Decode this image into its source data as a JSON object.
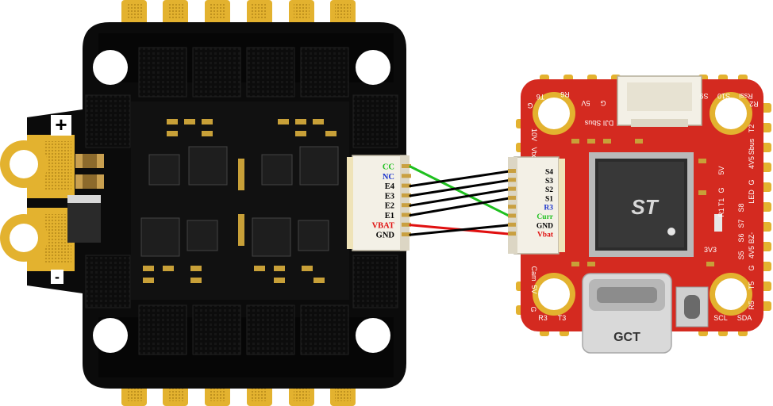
{
  "esc": {
    "polarity_plus": "+",
    "polarity_minus": "-",
    "connector_pins": [
      {
        "label": "CC",
        "color": "#1fc01f"
      },
      {
        "label": "NC",
        "color": "#1a33cc"
      },
      {
        "label": "E4",
        "color": "#000000"
      },
      {
        "label": "E3",
        "color": "#000000"
      },
      {
        "label": "E2",
        "color": "#000000"
      },
      {
        "label": "E1",
        "color": "#000000"
      },
      {
        "label": "VBAT",
        "color": "#e01010"
      },
      {
        "label": "GND",
        "color": "#000000"
      }
    ]
  },
  "fc": {
    "connector_pins": [
      {
        "label": "S4",
        "color": "#000000"
      },
      {
        "label": "S3",
        "color": "#000000"
      },
      {
        "label": "S2",
        "color": "#000000"
      },
      {
        "label": "S1",
        "color": "#000000"
      },
      {
        "label": "R3",
        "color": "#1a33cc"
      },
      {
        "label": "Curr",
        "color": "#1fc01f"
      },
      {
        "label": "GND",
        "color": "#000000"
      },
      {
        "label": "Vbat",
        "color": "#e01010"
      }
    ],
    "usb_label": "GCT",
    "silk": {
      "top": [
        "G",
        "R6",
        "T6",
        "5V",
        "G",
        "S10",
        "S9",
        "Rssi",
        "R2"
      ],
      "dji": "DJI Sbus",
      "left": [
        "10V",
        "Vtx"
      ],
      "left_bottom": [
        "Cam",
        "5V",
        "G"
      ],
      "right": [
        "T2",
        "Sbus",
        "4V5",
        "G",
        "LED",
        "5V",
        "G",
        "T1",
        "R1",
        "S8",
        "S7",
        "S6",
        "S5",
        "BZ-",
        "4V5",
        "G",
        "T5",
        "R5"
      ],
      "bottom": [
        "R3",
        "T3",
        "SCL",
        "SDA"
      ],
      "v33": "3V3"
    }
  },
  "wires": [
    {
      "name": "wire-cc-curr",
      "color": "#1fc01f"
    },
    {
      "name": "wire-e4-s4",
      "color": "#000000"
    },
    {
      "name": "wire-e3-s3",
      "color": "#000000"
    },
    {
      "name": "wire-e2-s2",
      "color": "#000000"
    },
    {
      "name": "wire-e1-s1",
      "color": "#000000"
    },
    {
      "name": "wire-vbat-vbat",
      "color": "#e01010"
    },
    {
      "name": "wire-gnd-gnd",
      "color": "#000000"
    }
  ],
  "colors": {
    "esc_board": "#0b0b0b",
    "gold": "#e3b22f",
    "fc_board": "#d42a20",
    "connector": "#f3f0e6",
    "usb_metal": "#d9d9d9"
  }
}
